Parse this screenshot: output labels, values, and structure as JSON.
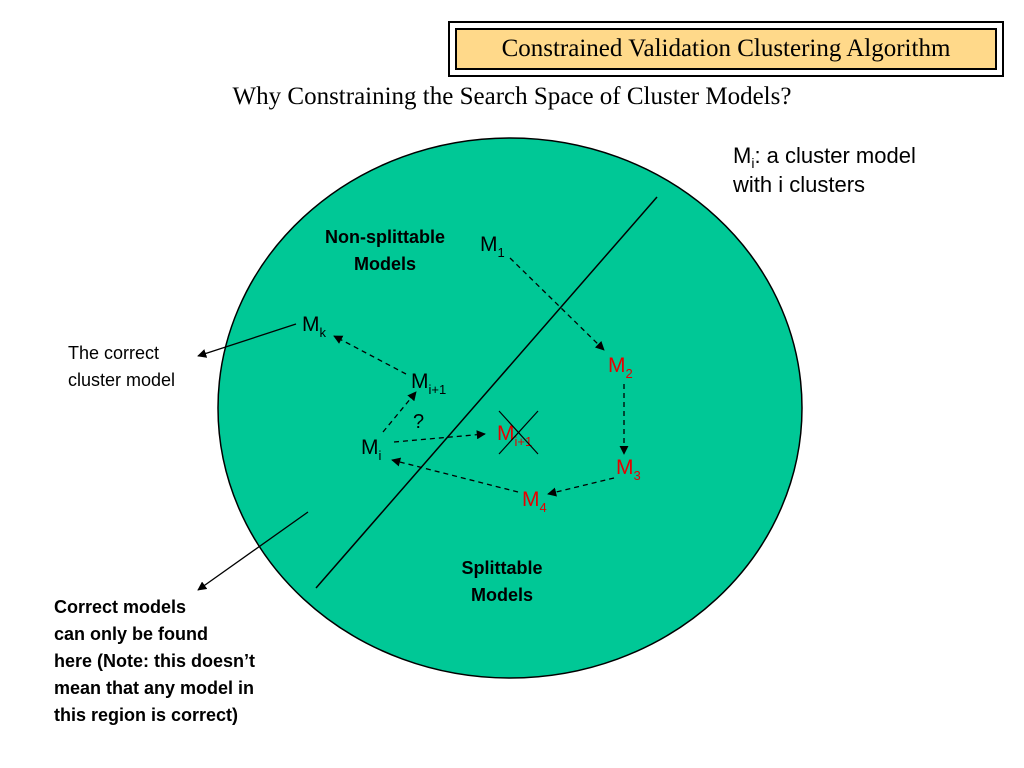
{
  "title": "Constrained Validation Clustering Algorithm",
  "subtitle": "Why Constraining the Search Space of Cluster Models?",
  "legend": {
    "line1_main": "M",
    "line1_sub": "i",
    "line1_rest": ": a cluster model",
    "line2": "with i clusters"
  },
  "regions": {
    "non_splittable": [
      "Non-splittable",
      "Models"
    ],
    "splittable": [
      "Splittable",
      "Models"
    ]
  },
  "models": {
    "m1": {
      "main": "M",
      "sub": "1"
    },
    "m2": {
      "main": "M",
      "sub": "2"
    },
    "m3": {
      "main": "M",
      "sub": "3"
    },
    "m4": {
      "main": "M",
      "sub": "4"
    },
    "mi": {
      "main": "M",
      "sub": "i"
    },
    "mi1_top": {
      "main": "M",
      "sub": "i+1"
    },
    "mi1_crossed": {
      "main": "M",
      "sub": "i+1"
    },
    "mk": {
      "main": "M",
      "sub": "k"
    }
  },
  "question_mark": "?",
  "annotations": {
    "correct_model": [
      "The correct",
      "cluster model"
    ],
    "correct_region": [
      "Correct models",
      "can only be found",
      "here (Note: this doesn’t",
      "mean that any model in",
      "this region is correct)"
    ]
  },
  "colors": {
    "circle_fill": "#00c896",
    "highlight": "#e60000",
    "title_bg": "#ffd98a"
  }
}
